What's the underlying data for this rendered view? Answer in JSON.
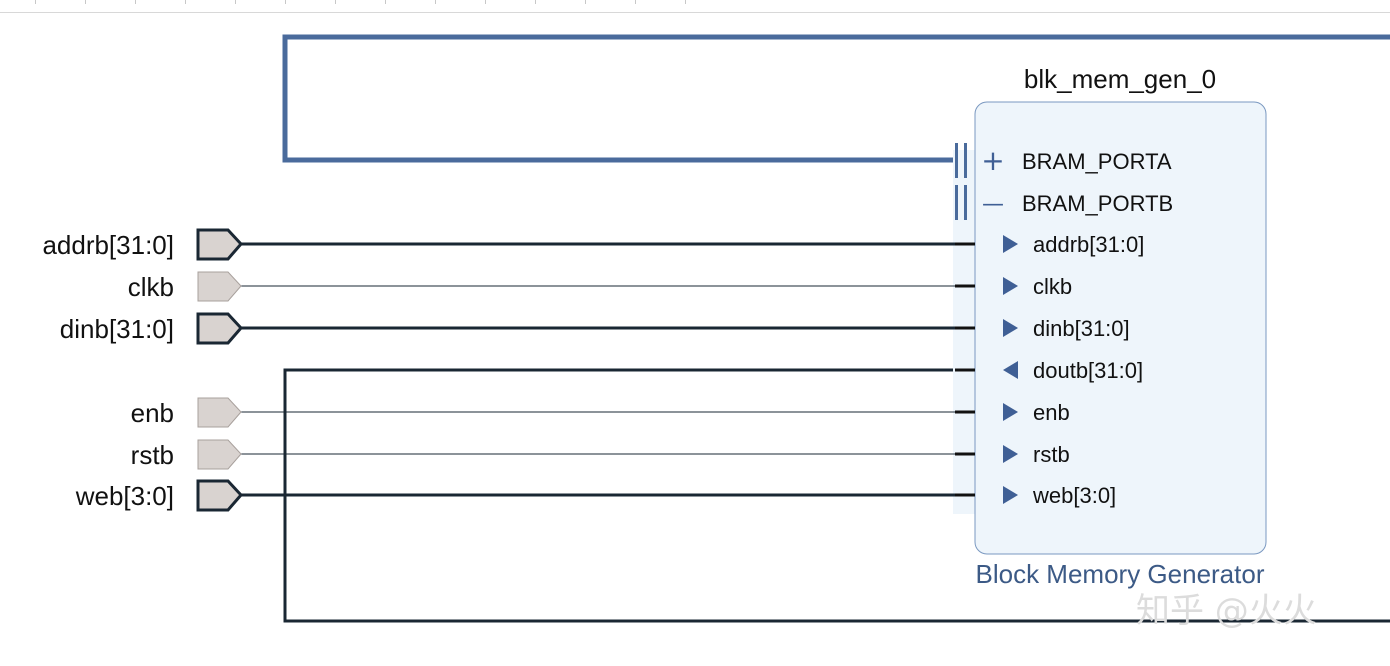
{
  "block": {
    "instance_name": "blk_mem_gen_0",
    "ip_name": "Block Memory Generator",
    "interfaces": [
      {
        "label": "BRAM_PORTA",
        "expander": "+"
      },
      {
        "label": "BRAM_PORTB",
        "expander": "—"
      }
    ],
    "pins": [
      {
        "label": "addrb[31:0]",
        "direction": "in"
      },
      {
        "label": "clkb",
        "direction": "in"
      },
      {
        "label": "dinb[31:0]",
        "direction": "in"
      },
      {
        "label": "doutb[31:0]",
        "direction": "out"
      },
      {
        "label": "enb",
        "direction": "in"
      },
      {
        "label": "rstb",
        "direction": "in"
      },
      {
        "label": "web[3:0]",
        "direction": "in"
      }
    ]
  },
  "ports": [
    {
      "label": "addrb[31:0]",
      "type": "bus"
    },
    {
      "label": "clkb",
      "type": "single"
    },
    {
      "label": "dinb[31:0]",
      "type": "bus"
    },
    {
      "label": "enb",
      "type": "single"
    },
    {
      "label": "rstb",
      "type": "single"
    },
    {
      "label": "web[3:0]",
      "type": "bus"
    }
  ],
  "watermark": "知乎 @火火",
  "colors": {
    "interface_wire": "#4a6b9c",
    "net_wire": "#1a2733",
    "block_fill": "#eef5fb",
    "block_border": "#7a98c0",
    "pin_arrow": "#3f5f95",
    "port_fill": "#d9d3d0",
    "ip_label": "#3c5a86"
  }
}
